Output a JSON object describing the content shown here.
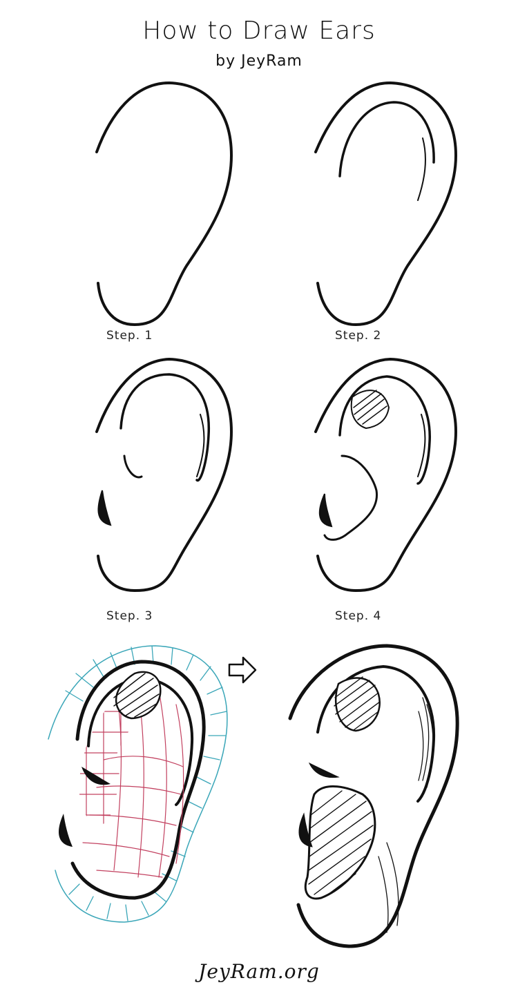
{
  "header": {
    "title": "How to Draw Ears",
    "subtitle": "by JeyRam"
  },
  "steps": [
    {
      "label": "Step. 1"
    },
    {
      "label": "Step. 2"
    },
    {
      "label": "Step. 3"
    },
    {
      "label": "Step. 4"
    }
  ],
  "footer": {
    "signature": "JeyRam.org"
  },
  "colors": {
    "ink": "#111111",
    "grid_inner": "#c2405f",
    "grid_outer": "#3aa6b8"
  },
  "icons": [
    "arrow-right-icon"
  ]
}
